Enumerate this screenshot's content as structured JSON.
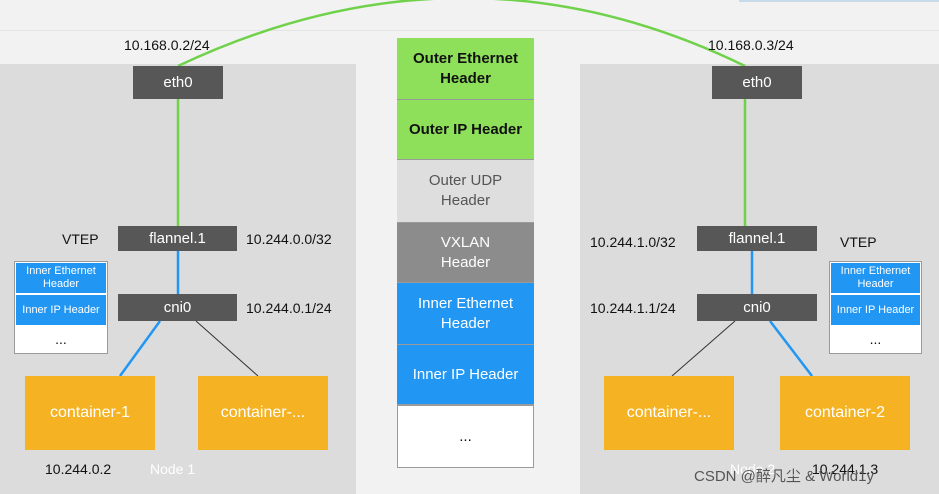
{
  "left_node": {
    "eth_ip": "10.168.0.2/24",
    "eth_label": "eth0",
    "vtep_label": "VTEP",
    "flannel_label": "flannel.1",
    "flannel_ip": "10.244.0.0/32",
    "cni_label": "cni0",
    "cni_ip": "10.244.0.1/24",
    "mini_stack": [
      "Inner Ethernet Header",
      "Inner IP Header",
      "..."
    ],
    "container_1": "container-1",
    "container_2": "container-...",
    "container_ip": "10.244.0.2",
    "caption": "Node 1"
  },
  "right_node": {
    "eth_ip": "10.168.0.3/24",
    "eth_label": "eth0",
    "vtep_label": "VTEP",
    "flannel_label": "flannel.1",
    "flannel_ip": "10.244.1.0/32",
    "cni_label": "cni0",
    "cni_ip": "10.244.1.1/24",
    "mini_stack": [
      "Inner Ethernet Header",
      "Inner IP Header",
      "..."
    ],
    "container_1": "container-...",
    "container_2": "container-2",
    "container_ip": "10.244.1.3",
    "caption": "Node 2"
  },
  "packet": [
    {
      "label": "Outer Ethernet Header"
    },
    {
      "label": "Outer IP Header"
    },
    {
      "label": "Outer UDP Header"
    },
    {
      "label": "VXLAN Header"
    },
    {
      "label": "Inner Ethernet Header"
    },
    {
      "label": "Inner IP Header"
    },
    {
      "label": "..."
    }
  ],
  "watermark": "CSDN @醉凡尘 & World1y",
  "colors": {
    "green": "#8ee05a",
    "blue": "#2196f3",
    "orange": "#f5b323",
    "dark": "#575757"
  }
}
